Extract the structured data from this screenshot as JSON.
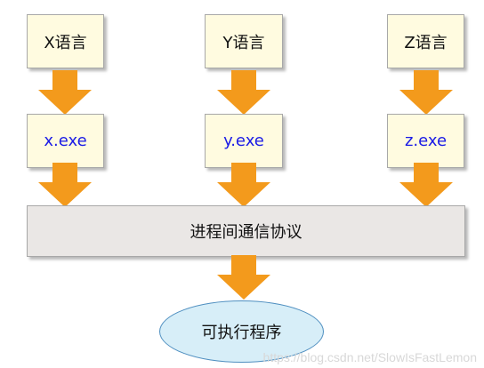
{
  "languages": [
    {
      "label": "X语言",
      "output": "x.exe"
    },
    {
      "label": "Y语言",
      "output": "y.exe"
    },
    {
      "label": "Z语言",
      "output": "z.exe"
    }
  ],
  "protocol": {
    "label": "进程间通信协议"
  },
  "result": {
    "label": "可执行程序"
  },
  "watermark": "https://blog.csdn.net/SlowIsFastLemon",
  "colors": {
    "box_fill": "#fffbe0",
    "exe_text": "#1a1ae6",
    "arrow": "#f39a1c",
    "protocol_fill": "#eae7e5",
    "ellipse_fill": "#d7eef8",
    "ellipse_border": "#4f8fc0"
  }
}
